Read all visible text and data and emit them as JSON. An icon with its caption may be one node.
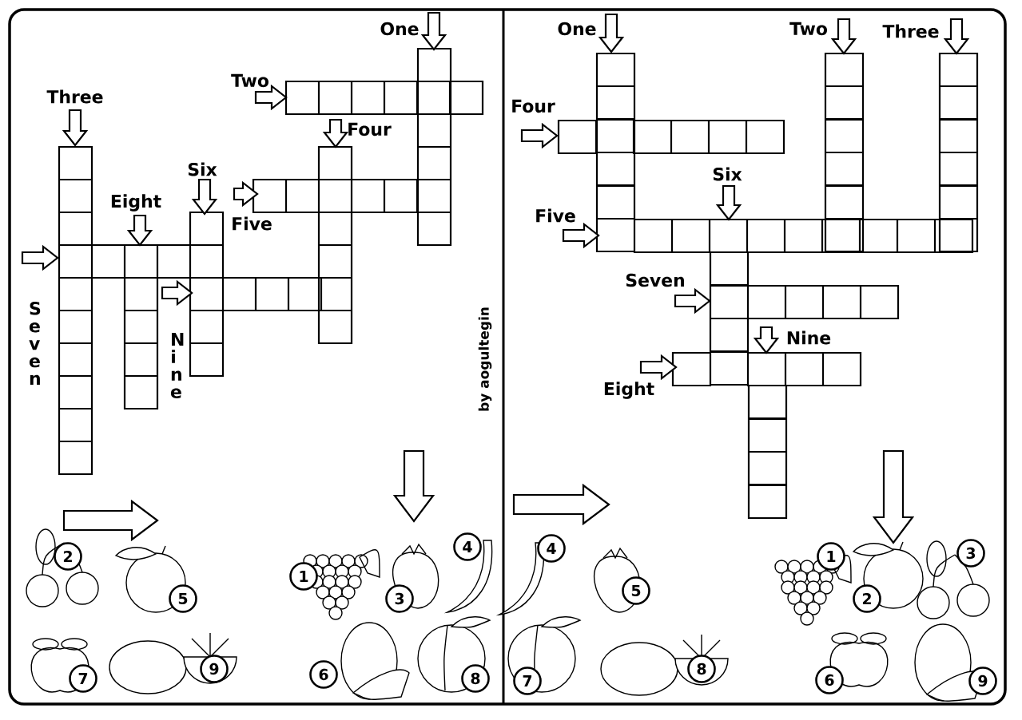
{
  "diagram": {
    "labels": [
      "One",
      "Two",
      "Three",
      "Four",
      "Six",
      "Eight",
      "Five",
      "Seven",
      "Nine",
      "by aogultegin",
      "2",
      "5",
      "1",
      "3",
      "4",
      "7",
      "9",
      "6",
      "8",
      "One",
      "Two",
      "Three",
      "Four",
      "Six",
      "Five",
      "Seven",
      "Nine",
      "Eight",
      "4",
      "5",
      "1",
      "3",
      "2",
      "7",
      "8",
      "6",
      "9"
    ]
  }
}
